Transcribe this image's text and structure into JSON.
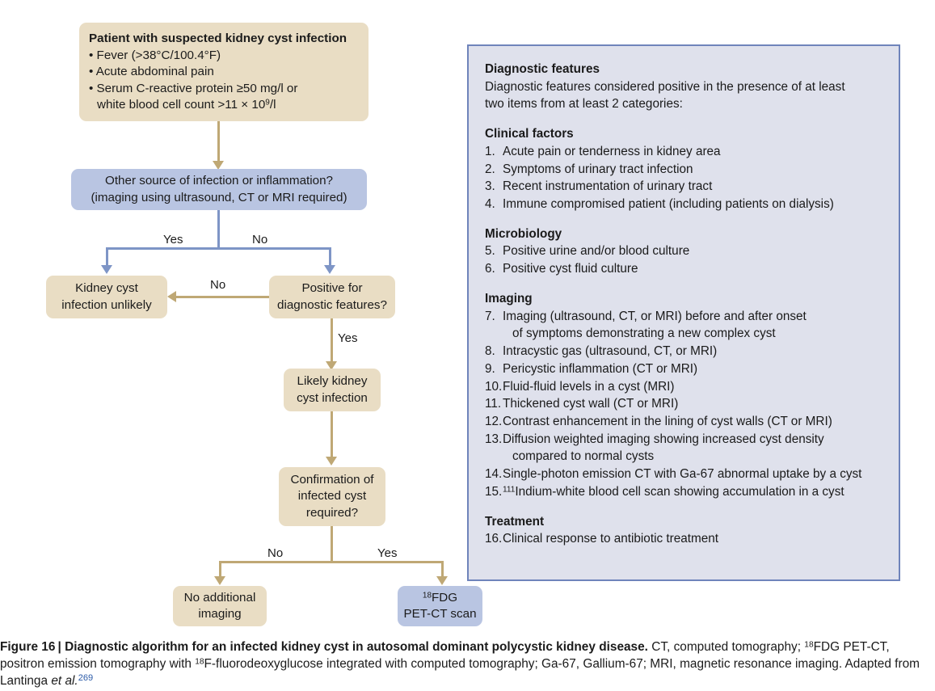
{
  "figure": {
    "label": "Figure 16",
    "separator": "|",
    "title": "Diagnostic algorithm for an infected kidney cyst in autosomal dominant polycystic kidney disease.",
    "abbreviations_1": "CT, computed tomography; ",
    "abbrev_fdg_sup": "18",
    "abbreviations_2": "FDG PET-CT, positron emission tomography with ",
    "abbrev_f_sup": "18",
    "abbreviations_3": "F-fluorodeoxyglucose integrated with computed tomography; Ga-67, Gallium-67; MRI, magnetic resonance imaging. Adapted from Lantinga ",
    "adapted_italic": "et al.",
    "reference": "269"
  },
  "flowchart": {
    "nodes": {
      "patient": {
        "title": "Patient with suspected kidney cyst infection",
        "bullet1": "• Fever (>38°C/100.4°F)",
        "bullet2": "• Acute abdominal pain",
        "bullet3": "• Serum C-reactive protein ≥50 mg/l or",
        "bullet3_cont_pre": "white blood cell count >11 × 10",
        "bullet3_sup": "9",
        "bullet3_cont_post": "/l",
        "style": "tan"
      },
      "other_source": {
        "line1": "Other source of infection or inflammation?",
        "line2": "(imaging using ultrasound, CT or MRI required)",
        "style": "blue"
      },
      "unlikely": {
        "line1": "Kidney cyst",
        "line2": "infection unlikely",
        "style": "tan"
      },
      "positive": {
        "line1": "Positive for",
        "line2": "diagnostic features?",
        "style": "tan"
      },
      "likely": {
        "line1": "Likely kidney",
        "line2": "cyst infection",
        "style": "tan"
      },
      "confirmation": {
        "line1": "Confirmation of",
        "line2": "infected cyst",
        "line3": "required?",
        "style": "tan"
      },
      "no_imaging": {
        "line1": "No additional",
        "line2": "imaging",
        "style": "tan"
      },
      "petct": {
        "line1_sup": "18",
        "line1": "FDG",
        "line2": "PET-CT scan",
        "style": "blue"
      }
    },
    "edge_labels": {
      "yes_branch_1": "Yes",
      "no_branch_1": "No",
      "no_to_unlikely": "No",
      "yes_to_likely": "Yes",
      "no_branch_2": "No",
      "yes_branch_2": "Yes"
    },
    "colors": {
      "tan_fill": "#e9ddc4",
      "blue_fill": "#b9c5e2",
      "tan_connector": "#bfa875",
      "blue_connector": "#7e95c6",
      "panel_fill": "#dfe1ec",
      "panel_border": "#6f84bb"
    }
  },
  "panel": {
    "heading": "Diagnostic features",
    "intro_line1": "Diagnostic features considered positive in the presence of at least",
    "intro_line2": "two items from at least 2 categories:",
    "sections": [
      {
        "heading": "Clinical factors",
        "items": [
          {
            "num": "1.",
            "text": "Acute pain or tenderness in kidney area"
          },
          {
            "num": "2.",
            "text": "Symptoms of urinary tract infection"
          },
          {
            "num": "3.",
            "text": "Recent instrumentation of urinary tract"
          },
          {
            "num": "4.",
            "text": "Immune compromised patient (including patients on dialysis)"
          }
        ]
      },
      {
        "heading": "Microbiology",
        "items": [
          {
            "num": "5.",
            "text": "Positive urine and/or blood culture"
          },
          {
            "num": "6.",
            "text": "Positive cyst fluid culture"
          }
        ]
      },
      {
        "heading": "Imaging",
        "items": [
          {
            "num": "7.",
            "text": "Imaging (ultrasound, CT, or MRI) before and after onset",
            "cont": "of symptoms demonstrating a new complex cyst"
          },
          {
            "num": "8.",
            "text": "Intracystic gas (ultrasound, CT, or MRI)"
          },
          {
            "num": "9.",
            "text": "Pericystic inflammation (CT or MRI)"
          },
          {
            "num": "10.",
            "text": "Fluid-fluid levels in a cyst (MRI)"
          },
          {
            "num": "11.",
            "text": "Thickened cyst wall (CT or MRI)"
          },
          {
            "num": "12.",
            "text": "Contrast enhancement in the lining of cyst walls (CT or MRI)"
          },
          {
            "num": "13.",
            "text": "Diffusion weighted imaging showing increased cyst density",
            "cont": "compared to normal cysts"
          },
          {
            "num": "14.",
            "text": "Single-photon emission CT with Ga-67 abnormal uptake by a cyst"
          },
          {
            "num": "15.",
            "sup": "111",
            "text": "Indium-white blood cell scan showing accumulation in a cyst"
          }
        ]
      },
      {
        "heading": "Treatment",
        "items": [
          {
            "num": "16.",
            "text": "Clinical response to antibiotic treatment"
          }
        ]
      }
    ]
  }
}
